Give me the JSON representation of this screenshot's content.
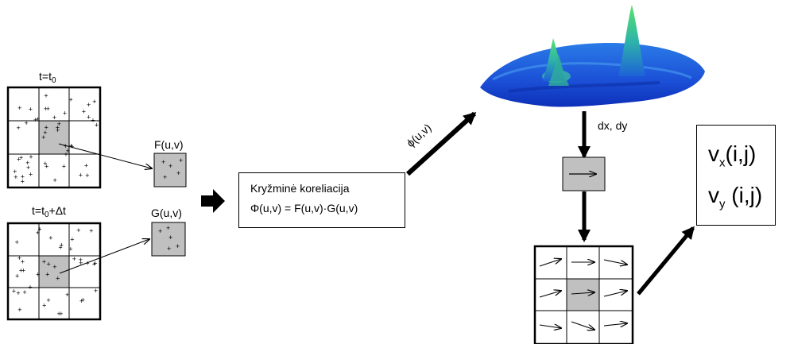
{
  "frame1": {
    "label": "t=t",
    "label_sub": "0"
  },
  "frame2": {
    "label": "t=t",
    "label_sub": "0",
    "label_suffix": "+Δt"
  },
  "window_f": {
    "label": "F(u,v)"
  },
  "window_g": {
    "label": "G(u,v)"
  },
  "correlation_box": {
    "title": "Kryžminė koreliacija",
    "formula": "Φ(u,v) = F(u,v)·G(u,v)"
  },
  "phi_label": "ϕ(u,v)",
  "displacement_label": "dx, dy",
  "result": {
    "vx_base": "v",
    "vx_sub": "x",
    "vx_args": "(i,j)",
    "vy_base": "v",
    "vy_sub": "y",
    "vy_args": " (i,j)"
  },
  "colors": {
    "highlight_cell": "#c0c0c0",
    "line": "#000000",
    "surface_main": "#1f55d8",
    "surface_peak": "#43d46a"
  }
}
